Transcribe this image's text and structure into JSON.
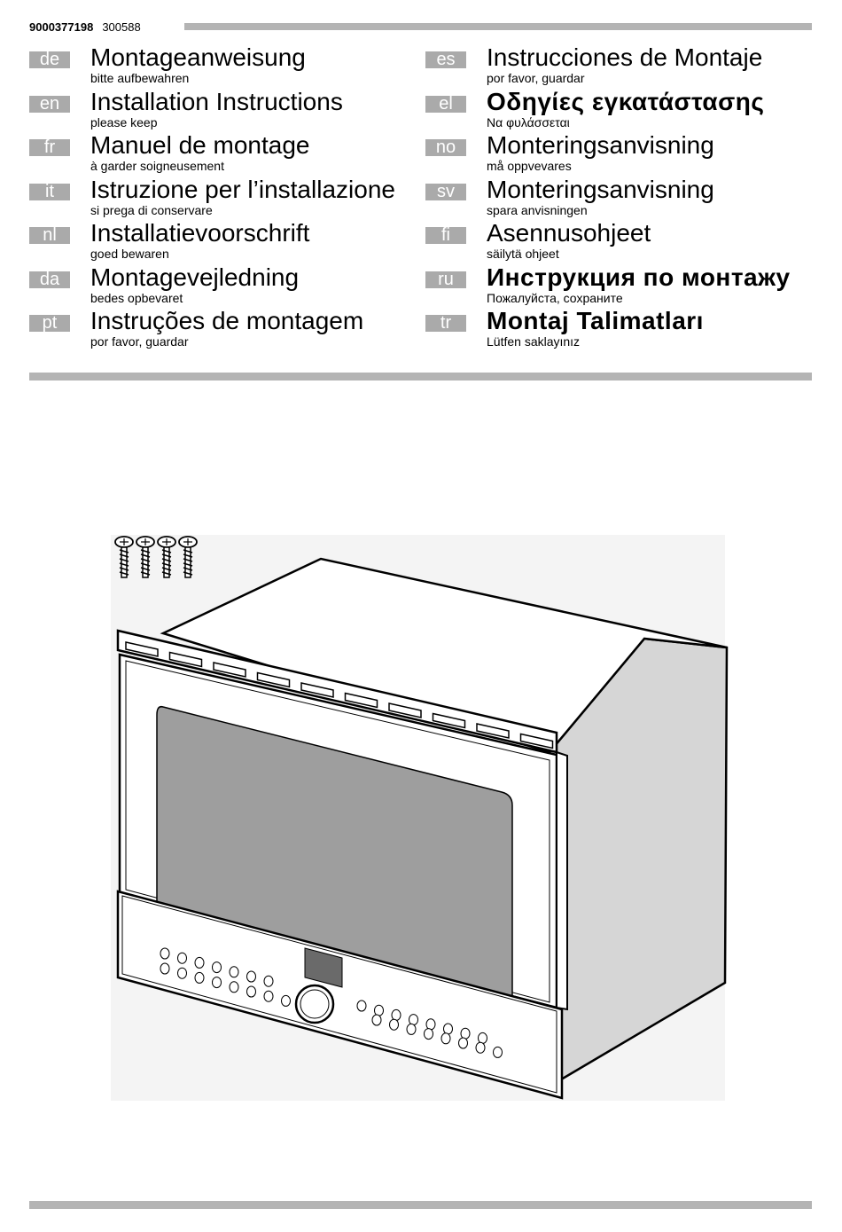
{
  "header": {
    "doc_number": "9000377198",
    "date_code": "300588"
  },
  "languages_left": [
    {
      "code": "de",
      "title": "Montageanweisung",
      "subtitle": "bitte aufbewahren"
    },
    {
      "code": "en",
      "title": "Installation Instructions",
      "subtitle": "please keep"
    },
    {
      "code": "fr",
      "title": "Manuel de montage",
      "subtitle": "à garder soigneusement"
    },
    {
      "code": "it",
      "title": "Istruzione per l’installazione",
      "subtitle": "si prega di conservare"
    },
    {
      "code": "nl",
      "title": "Installatievoorschrift",
      "subtitle": "goed bewaren"
    },
    {
      "code": "da",
      "title": "Montagevejledning",
      "subtitle": "bedes opbevaret"
    },
    {
      "code": "pt",
      "title": "Instruções de montagem",
      "subtitle": "por favor, guardar"
    }
  ],
  "languages_right": [
    {
      "code": "es",
      "title": "Instrucciones de Montaje",
      "subtitle": "por favor, guardar"
    },
    {
      "code": "el",
      "title": "Οδηγίες εγκατάστασης",
      "subtitle": "Να φυλάσσεται"
    },
    {
      "code": "no",
      "title": "Monteringsanvisning",
      "subtitle": "må oppvevares"
    },
    {
      "code": "sv",
      "title": "Monteringsanvisning",
      "subtitle": "spara anvisningen"
    },
    {
      "code": "fi",
      "title": "Asennusohjeet",
      "subtitle": "säilytä ohjeet"
    },
    {
      "code": "ru",
      "title": "Инструкция по монтажу",
      "subtitle": "Пожалуйста, сохраните"
    },
    {
      "code": "tr",
      "title": "Montaj Talimatları",
      "subtitle": "Lütfen saklayınız"
    }
  ],
  "illustration": {
    "subject": "built-in oven with frame and 4 screws",
    "screw_count": 4
  },
  "colors": {
    "bar_gray": "#b4b4b4",
    "tag_gray": "#aaaaaa",
    "window_gray": "#9e9e9e",
    "side_gray": "#d6d6d6"
  }
}
